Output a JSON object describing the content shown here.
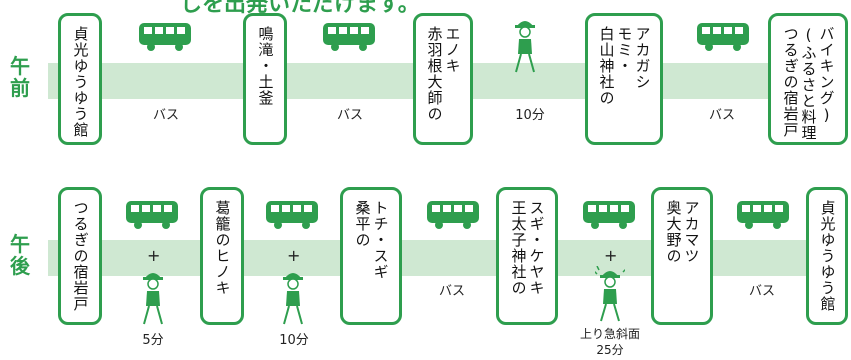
{
  "title": "しを出発いただけます。",
  "morning": {
    "label": "午前",
    "stops": [
      {
        "lines": [
          "貞光ゆうゆう館"
        ]
      },
      {
        "lines": [
          "鳴滝・土釜"
        ]
      },
      {
        "lines": [
          "エノキ",
          "赤羽根大師の"
        ]
      },
      {
        "lines": [
          "アカガシ",
          "モミ・",
          "白山神社の"
        ]
      },
      {
        "lines": [
          "バイキング)",
          "(ふるさと料理",
          "つるぎの宿岩戸"
        ]
      }
    ],
    "legs": [
      {
        "mode": "bus",
        "icon": "bus-icon",
        "text": "バス"
      },
      {
        "mode": "bus",
        "icon": "bus-icon",
        "text": "バス"
      },
      {
        "mode": "walk",
        "icon": "hiker-icon",
        "text": "10分"
      },
      {
        "mode": "bus",
        "icon": "bus-icon",
        "text": "バス"
      }
    ]
  },
  "afternoon": {
    "label": "午後",
    "stops": [
      {
        "lines": [
          "つるぎの宿岩戸"
        ]
      },
      {
        "lines": [
          "葛籠のヒノキ"
        ]
      },
      {
        "lines": [
          "トチ・スギ",
          "桑平の"
        ]
      },
      {
        "lines": [
          "スギ・ケヤキ",
          "王太子神社の"
        ]
      },
      {
        "lines": [
          "アカマツ",
          "奥大野の"
        ]
      },
      {
        "lines": [
          "貞光ゆうゆう館"
        ]
      }
    ],
    "legs": [
      {
        "mode": "bus+walk",
        "plus": "+",
        "text": "5分"
      },
      {
        "mode": "bus+walk",
        "plus": "+",
        "text": "10分"
      },
      {
        "mode": "bus",
        "text": "バス"
      },
      {
        "mode": "bus+walk",
        "plus": "+",
        "text": "上り急斜面",
        "text2": "25分",
        "sweat": true
      },
      {
        "mode": "bus",
        "text": "バス"
      }
    ]
  },
  "colors": {
    "accent": "#2e9e4e",
    "band": "#cfe8d2"
  }
}
